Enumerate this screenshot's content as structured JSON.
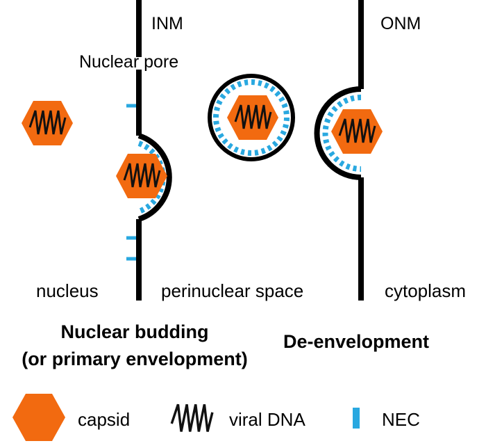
{
  "labels": {
    "inm": "INM",
    "onm": "ONM",
    "nuclear_pore": "Nuclear pore",
    "nucleus": "nucleus",
    "perinuclear_space": "perinuclear space",
    "cytoplasm": "cytoplasm"
  },
  "headings": {
    "nuclear_budding_line1": "Nuclear budding",
    "nuclear_budding_line2": "(or primary envelopment)",
    "de_envelopment": "De-envelopment"
  },
  "legend": {
    "capsid": "capsid",
    "viral_dna": "viral DNA",
    "nec": "NEC"
  },
  "colors": {
    "capsid": "#F26A10",
    "nec": "#29A8E0",
    "membrane": "#000000",
    "dna": "#111111"
  }
}
